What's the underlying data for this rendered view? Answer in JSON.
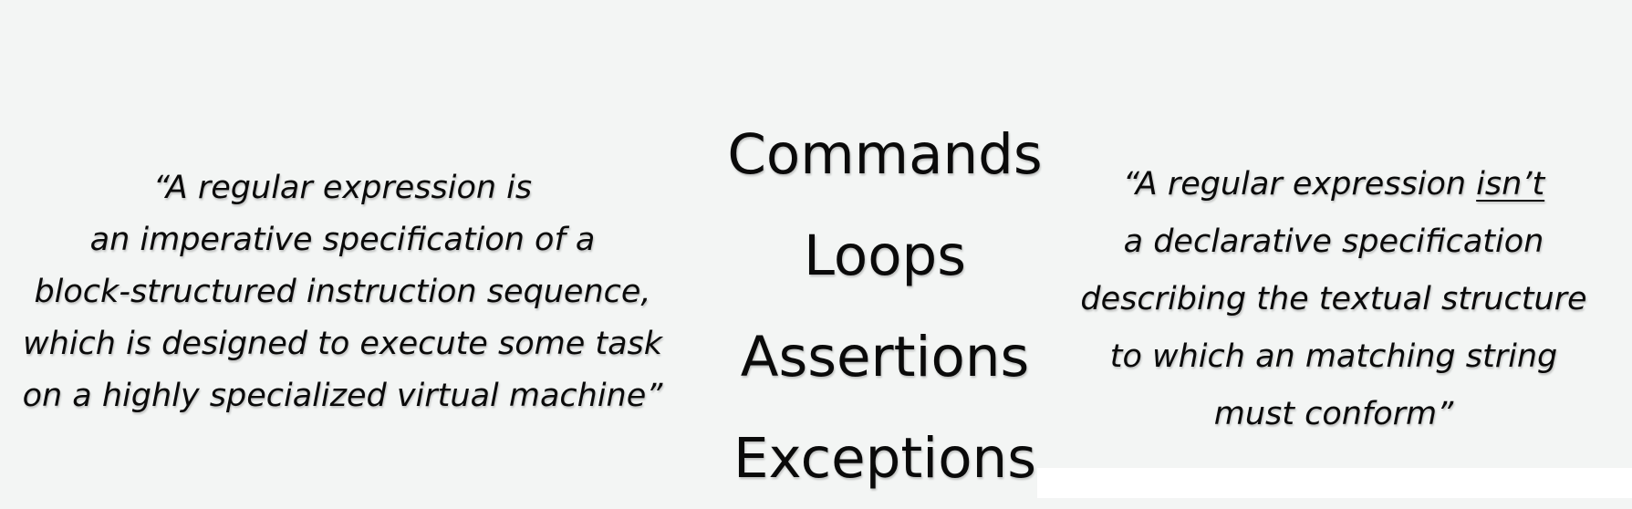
{
  "left_quote": {
    "lines": [
      "“A regular expression is",
      "an imperative specification of a",
      "block-structured instruction sequence,",
      "which is designed to execute some task",
      "on a highly specialized virtual machine”"
    ]
  },
  "keywords": [
    "Commands",
    "Loops",
    "Assertions",
    "Exceptions"
  ],
  "right_quote": {
    "line1_prefix": "“A regular expression ",
    "line1_emphasis": "isn’t",
    "lines": [
      "a declarative specification",
      "describing the textual structure",
      "to which an matching string",
      "must conform”"
    ]
  }
}
